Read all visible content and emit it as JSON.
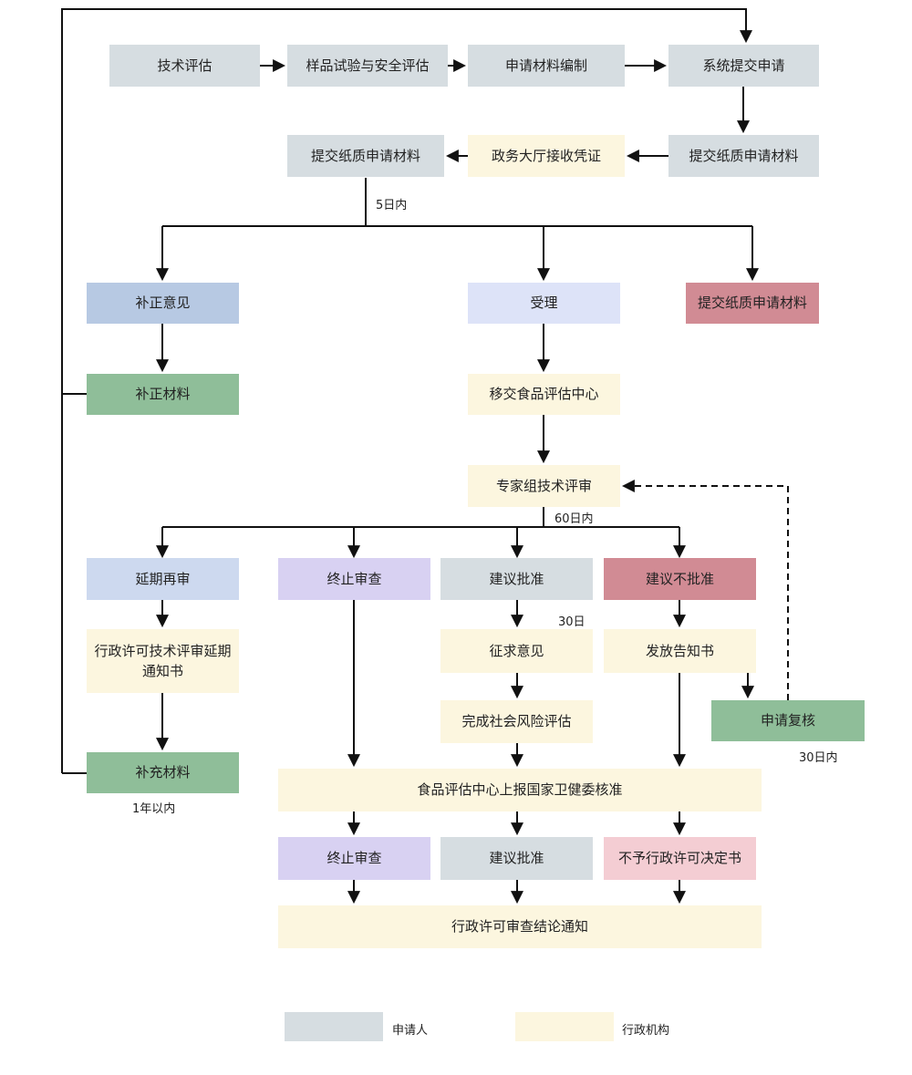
{
  "nodes": {
    "tech_eval": {
      "label": "技术评估"
    },
    "sample_test": {
      "label": "样品试验与安全评估"
    },
    "material_prep": {
      "label": "申请材料编制"
    },
    "system_submit": {
      "label": "系统提交申请"
    },
    "paper_submit_top": {
      "label": "提交纸质申请材料"
    },
    "receipt_voucher": {
      "label": "政务大厅接收凭证"
    },
    "paper_submit_mid": {
      "label": "提交纸质申请材料"
    },
    "correction_opinion": {
      "label": "补正意见"
    },
    "acceptance": {
      "label": "受理"
    },
    "paper_submit_red": {
      "label": "提交纸质申请材料"
    },
    "correction_materials": {
      "label": "补正材料"
    },
    "transfer_center": {
      "label": "移交食品评估中心"
    },
    "expert_review": {
      "label": "专家组技术评审"
    },
    "postpone_review": {
      "label": "延期再审"
    },
    "terminate_review_1": {
      "label": "终止审查"
    },
    "recommend_approval_1": {
      "label": "建议批准"
    },
    "recommend_disapproval": {
      "label": "建议不批准"
    },
    "postpone_notice": {
      "label": "行政许可技术评审延期通知书"
    },
    "solicit_opinions": {
      "label": "征求意见"
    },
    "issue_notice": {
      "label": "发放告知书"
    },
    "supplement_materials": {
      "label": "补充材料"
    },
    "risk_assessment": {
      "label": "完成社会风险评估"
    },
    "review_request": {
      "label": "申请复核"
    },
    "report_nhc": {
      "label": "食品评估中心上报国家卫健委核准"
    },
    "terminate_review_2": {
      "label": "终止审查"
    },
    "recommend_approval_2": {
      "label": "建议批准"
    },
    "no_license_decision": {
      "label": "不予行政许可决定书"
    },
    "conclusion_notice": {
      "label": "行政许可审查结论通知"
    }
  },
  "edge_labels": {
    "within_5_days": "5日内",
    "within_60_days": "60日内",
    "days_30": "30日",
    "within_30_days": "30日内",
    "within_1_year": "1年以内"
  },
  "edges": [
    {
      "from": "tech_eval",
      "to": "sample_test",
      "style": "solid"
    },
    {
      "from": "sample_test",
      "to": "material_prep",
      "style": "solid"
    },
    {
      "from": "material_prep",
      "to": "system_submit",
      "style": "solid"
    },
    {
      "from": "system_submit",
      "to": "paper_submit_top",
      "style": "solid"
    },
    {
      "from": "paper_submit_top",
      "to": "receipt_voucher",
      "style": "solid"
    },
    {
      "from": "receipt_voucher",
      "to": "paper_submit_mid",
      "style": "solid"
    },
    {
      "from": "paper_submit_mid",
      "to": "correction_opinion",
      "style": "solid",
      "label": "within_5_days"
    },
    {
      "from": "paper_submit_mid",
      "to": "acceptance",
      "style": "solid",
      "label": "within_5_days"
    },
    {
      "from": "paper_submit_mid",
      "to": "paper_submit_red",
      "style": "solid",
      "label": "within_5_days"
    },
    {
      "from": "correction_opinion",
      "to": "correction_materials",
      "style": "solid"
    },
    {
      "from": "correction_materials",
      "to": "system_submit",
      "style": "solid"
    },
    {
      "from": "acceptance",
      "to": "transfer_center",
      "style": "solid"
    },
    {
      "from": "transfer_center",
      "to": "expert_review",
      "style": "solid"
    },
    {
      "from": "expert_review",
      "to": "postpone_review",
      "style": "solid",
      "label": "within_60_days"
    },
    {
      "from": "expert_review",
      "to": "terminate_review_1",
      "style": "solid",
      "label": "within_60_days"
    },
    {
      "from": "expert_review",
      "to": "recommend_approval_1",
      "style": "solid",
      "label": "within_60_days"
    },
    {
      "from": "expert_review",
      "to": "recommend_disapproval",
      "style": "solid",
      "label": "within_60_days"
    },
    {
      "from": "postpone_review",
      "to": "postpone_notice",
      "style": "solid"
    },
    {
      "from": "postpone_notice",
      "to": "supplement_materials",
      "style": "solid",
      "label": "within_1_year"
    },
    {
      "from": "supplement_materials",
      "to": "system_submit",
      "style": "solid"
    },
    {
      "from": "recommend_approval_1",
      "to": "solicit_opinions",
      "style": "solid",
      "label": "days_30"
    },
    {
      "from": "solicit_opinions",
      "to": "risk_assessment",
      "style": "solid"
    },
    {
      "from": "risk_assessment",
      "to": "report_nhc",
      "style": "solid"
    },
    {
      "from": "recommend_disapproval",
      "to": "issue_notice",
      "style": "solid"
    },
    {
      "from": "issue_notice",
      "to": "review_request",
      "style": "solid",
      "label": "within_30_days"
    },
    {
      "from": "issue_notice",
      "to": "report_nhc",
      "style": "solid"
    },
    {
      "from": "review_request",
      "to": "expert_review",
      "style": "dashed"
    },
    {
      "from": "terminate_review_1",
      "to": "report_nhc",
      "style": "solid"
    },
    {
      "from": "report_nhc",
      "to": "terminate_review_2",
      "style": "solid"
    },
    {
      "from": "report_nhc",
      "to": "recommend_approval_2",
      "style": "solid"
    },
    {
      "from": "report_nhc",
      "to": "no_license_decision",
      "style": "solid"
    },
    {
      "from": "terminate_review_2",
      "to": "conclusion_notice",
      "style": "solid"
    },
    {
      "from": "recommend_approval_2",
      "to": "conclusion_notice",
      "style": "solid"
    },
    {
      "from": "no_license_decision",
      "to": "conclusion_notice",
      "style": "solid"
    }
  ],
  "legend": {
    "applicant": "申请人",
    "agency": "行政机构"
  },
  "colors": {
    "applicant_gray": "#d6dde1",
    "agency_cream": "#fcf6df",
    "blue": "#b7c9e3",
    "periwinkle": "#dde3f8",
    "light_blue": "#cdd9ef",
    "green": "#8fbe99",
    "purple": "#d8d1f2",
    "red": "#d18b94",
    "pink": "#f4cdd3",
    "line": "#111111"
  }
}
